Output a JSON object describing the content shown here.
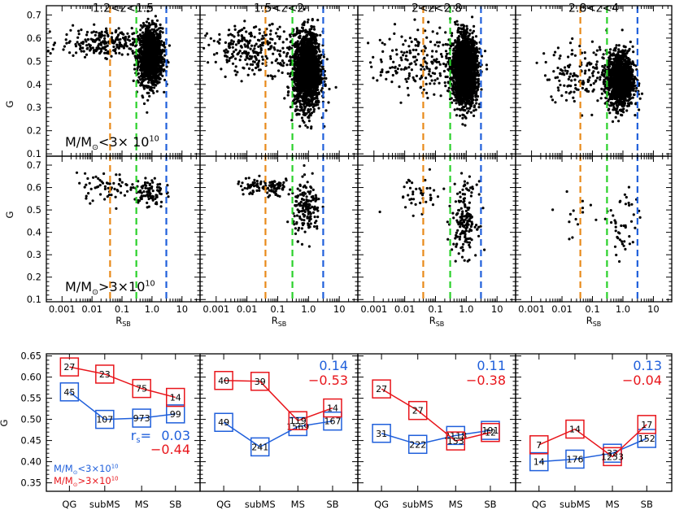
{
  "figure": {
    "top_panel_titles": [
      "1.2<z<1.5",
      "1.5<z<2",
      "2<z<2.8",
      "2.8<z<4"
    ],
    "upper_label": {
      "pre": "M/M",
      "sub": "⊙",
      "post": "<3× 10",
      "sup": "10"
    },
    "lower_label": {
      "pre": "M/M",
      "sub": "⊙",
      "post": ">3×10",
      "sup": "10"
    },
    "top_ylabel": "G",
    "top_xlabel": {
      "main": "R",
      "sub": "SB"
    },
    "bottom_ylabel": "G",
    "rs_label": {
      "main": "r",
      "sub": "s",
      "post": "="
    },
    "legend": [
      {
        "pre": "M/M",
        "sub": "⊙",
        "post": "<3×10",
        "sup": "10",
        "color": "#1f5fdb"
      },
      {
        "pre": "M/M",
        "sub": "⊙",
        "post": ">3×10",
        "sup": "10",
        "color": "#e8151b"
      }
    ]
  },
  "colors": {
    "low_mass": "#1f5fdb",
    "high_mass": "#e8151b",
    "line_qg": "#e88a1a",
    "line_subms": "#2ad12a",
    "line_sb": "#1f5fdb",
    "points": "#000000"
  },
  "chart_data": [
    {
      "type": "scatter",
      "panel": "top-row",
      "xscale": "log",
      "xlim": [
        0.0003,
        40
      ],
      "xticks": [
        "0.001",
        "0.01",
        "0.1",
        "1.0",
        "10"
      ],
      "ylim_upper": [
        0.09,
        0.74
      ],
      "yticks_upper": [
        "0.1",
        "0.2",
        "0.3",
        "0.4",
        "0.5",
        "0.6",
        "0.7"
      ],
      "ylim_lower": [
        0.09,
        0.74
      ],
      "yticks_lower": [
        "0.1",
        "0.2",
        "0.3",
        "0.4",
        "0.5",
        "0.6",
        "0.7"
      ],
      "vertical_lines_x": {
        "qg": 0.04,
        "subms": 0.3,
        "sb": 3.0
      },
      "scatter_clouds": [
        {
          "column": 0,
          "row": "upper",
          "count": 1600,
          "components": [
            {
              "weight": 0.85,
              "x_log_mean": -0.05,
              "x_log_sd": 0.2,
              "y_mean": 0.52,
              "y_sd": 0.06
            },
            {
              "weight": 0.15,
              "x_log_mean": -1.6,
              "x_log_sd": 0.7,
              "y_mean": 0.58,
              "y_sd": 0.03
            }
          ]
        },
        {
          "column": 1,
          "row": "upper",
          "count": 2200,
          "components": [
            {
              "weight": 0.88,
              "x_log_mean": -0.05,
              "x_log_sd": 0.22,
              "y_mean": 0.46,
              "y_sd": 0.08
            },
            {
              "weight": 0.12,
              "x_log_mean": -1.7,
              "x_log_sd": 0.75,
              "y_mean": 0.55,
              "y_sd": 0.05
            }
          ]
        },
        {
          "column": 2,
          "row": "upper",
          "count": 2500,
          "components": [
            {
              "weight": 0.92,
              "x_log_mean": -0.05,
              "x_log_sd": 0.2,
              "y_mean": 0.46,
              "y_sd": 0.07
            },
            {
              "weight": 0.08,
              "x_log_mean": -1.5,
              "x_log_sd": 0.7,
              "y_mean": 0.5,
              "y_sd": 0.07
            }
          ]
        },
        {
          "column": 3,
          "row": "upper",
          "count": 1500,
          "components": [
            {
              "weight": 0.9,
              "x_log_mean": -0.1,
              "x_log_sd": 0.22,
              "y_mean": 0.42,
              "y_sd": 0.06
            },
            {
              "weight": 0.1,
              "x_log_mean": -1.4,
              "x_log_sd": 0.6,
              "y_mean": 0.45,
              "y_sd": 0.06
            }
          ]
        },
        {
          "column": 0,
          "row": "lower",
          "count": 150,
          "components": [
            {
              "weight": 0.6,
              "x_log_mean": -0.1,
              "x_log_sd": 0.25,
              "y_mean": 0.58,
              "y_sd": 0.035
            },
            {
              "weight": 0.4,
              "x_log_mean": -1.5,
              "x_log_sd": 0.5,
              "y_mean": 0.6,
              "y_sd": 0.03
            }
          ]
        },
        {
          "column": 1,
          "row": "lower",
          "count": 260,
          "components": [
            {
              "weight": 0.6,
              "x_log_mean": -0.05,
              "x_log_sd": 0.22,
              "y_mean": 0.5,
              "y_sd": 0.06
            },
            {
              "weight": 0.4,
              "x_log_mean": -1.4,
              "x_log_sd": 0.5,
              "y_mean": 0.6,
              "y_sd": 0.02
            }
          ]
        },
        {
          "column": 2,
          "row": "lower",
          "count": 210,
          "components": [
            {
              "weight": 0.8,
              "x_log_mean": -0.05,
              "x_log_sd": 0.2,
              "y_mean": 0.46,
              "y_sd": 0.08
            },
            {
              "weight": 0.2,
              "x_log_mean": -1.6,
              "x_log_sd": 0.5,
              "y_mean": 0.57,
              "y_sd": 0.04
            }
          ]
        },
        {
          "column": 3,
          "row": "lower",
          "count": 60,
          "components": [
            {
              "weight": 0.75,
              "x_log_mean": 0.0,
              "x_log_sd": 0.25,
              "y_mean": 0.42,
              "y_sd": 0.09
            },
            {
              "weight": 0.25,
              "x_log_mean": -1.5,
              "x_log_sd": 0.5,
              "y_mean": 0.48,
              "y_sd": 0.06
            }
          ]
        }
      ]
    },
    {
      "type": "line",
      "panel": "bottom-row",
      "categories": [
        "QG",
        "subMS",
        "MS",
        "SB"
      ],
      "ylim": [
        0.33,
        0.655
      ],
      "yticks": [
        "0.35",
        "0.40",
        "0.45",
        "0.50",
        "0.55",
        "0.60",
        "0.65"
      ],
      "panels": [
        {
          "low_mass": {
            "values": [
              0.565,
              0.5,
              0.503,
              0.513
            ],
            "counts": [
              "45",
              "107",
              "973",
              "99"
            ]
          },
          "high_mass": {
            "values": [
              0.624,
              0.607,
              0.573,
              0.552
            ],
            "counts": [
              "27",
              "23",
              "75",
              "14"
            ]
          },
          "rs_low": "0.03",
          "rs_high": "−0.44",
          "show_rs_label": true
        },
        {
          "low_mass": {
            "values": [
              0.493,
              0.435,
              0.483,
              0.496
            ],
            "counts": [
              "49",
              "241",
              "1569",
              "167"
            ]
          },
          "high_mass": {
            "values": [
              0.592,
              0.59,
              0.497,
              0.527
            ],
            "counts": [
              "40",
              "39",
              "119",
              "14"
            ]
          },
          "rs_low": "0.14",
          "rs_high": "−0.53",
          "show_rs_label": false
        },
        {
          "low_mass": {
            "values": [
              0.467,
              0.441,
              0.462,
              0.474
            ],
            "counts": [
              "31",
              "222",
              "2118",
              "191"
            ]
          },
          "high_mass": {
            "values": [
              0.572,
              0.521,
              0.449,
              0.469
            ],
            "counts": [
              "27",
              "27",
              "153",
              "12"
            ]
          },
          "rs_low": "0.11",
          "rs_high": "−0.38",
          "show_rs_label": false
        },
        {
          "low_mass": {
            "values": [
              0.4,
              0.406,
              0.42,
              0.455
            ],
            "counts": [
              "14",
              "176",
              "33",
              "152"
            ]
          },
          "high_mass": {
            "values": [
              0.44,
              0.477,
              0.412,
              0.488
            ],
            "counts": [
              "7",
              "14",
              "1253",
              "17"
            ]
          },
          "rs_low": "0.13",
          "rs_high": "−0.04",
          "show_rs_label": false
        }
      ]
    }
  ]
}
